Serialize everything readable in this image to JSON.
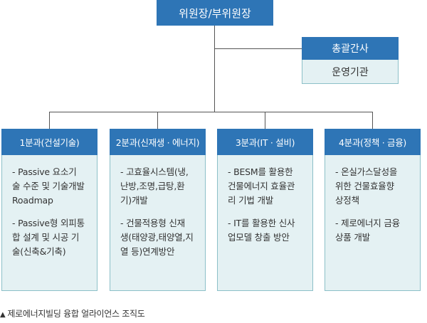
{
  "top_node": {
    "label": "위원장/부위원장"
  },
  "side_node": {
    "head": "총괄간사",
    "body": "운영기관"
  },
  "divisions": [
    {
      "title": "1분과(건설기술)",
      "items": [
        [
          "- Passive 요소기",
          "술 수준 및 기술개발",
          "Roadmap"
        ],
        [
          "- Passive형 외피통",
          "합 설계 및 시공 기",
          "술(신축&기축)"
        ]
      ]
    },
    {
      "title": "2분과(신재생 · 에너지)",
      "items": [
        [
          "- 고효율시스템(냉,",
          "난방,조명,급탕,환",
          "기)개발"
        ],
        [
          "- 건물적용형 신재",
          "생(태양광,태양열,지",
          "열 등)연계방안"
        ]
      ]
    },
    {
      "title": "3분과(IT · 설비)",
      "items": [
        [
          "- BESM를 활용한",
          "건물에너지 효율관",
          "리 기법 개발"
        ],
        [
          "- IT를 활용한 신사",
          "업모델 창출 방안"
        ]
      ]
    },
    {
      "title": "4분과(정책 · 금융)",
      "items": [
        [
          "- 온실가스달성을",
          "위한 건물효율향",
          "상정책"
        ],
        [
          "- 제로에너지 금융",
          "상품 개발"
        ]
      ]
    }
  ],
  "caption": {
    "marker": "▲",
    "text": "제로에너지빌딩 융합 얼라이언스 조직도"
  },
  "colors": {
    "header_blue": "#2e75b6",
    "body_light": "#e4f1f3",
    "connector": "#555555"
  }
}
